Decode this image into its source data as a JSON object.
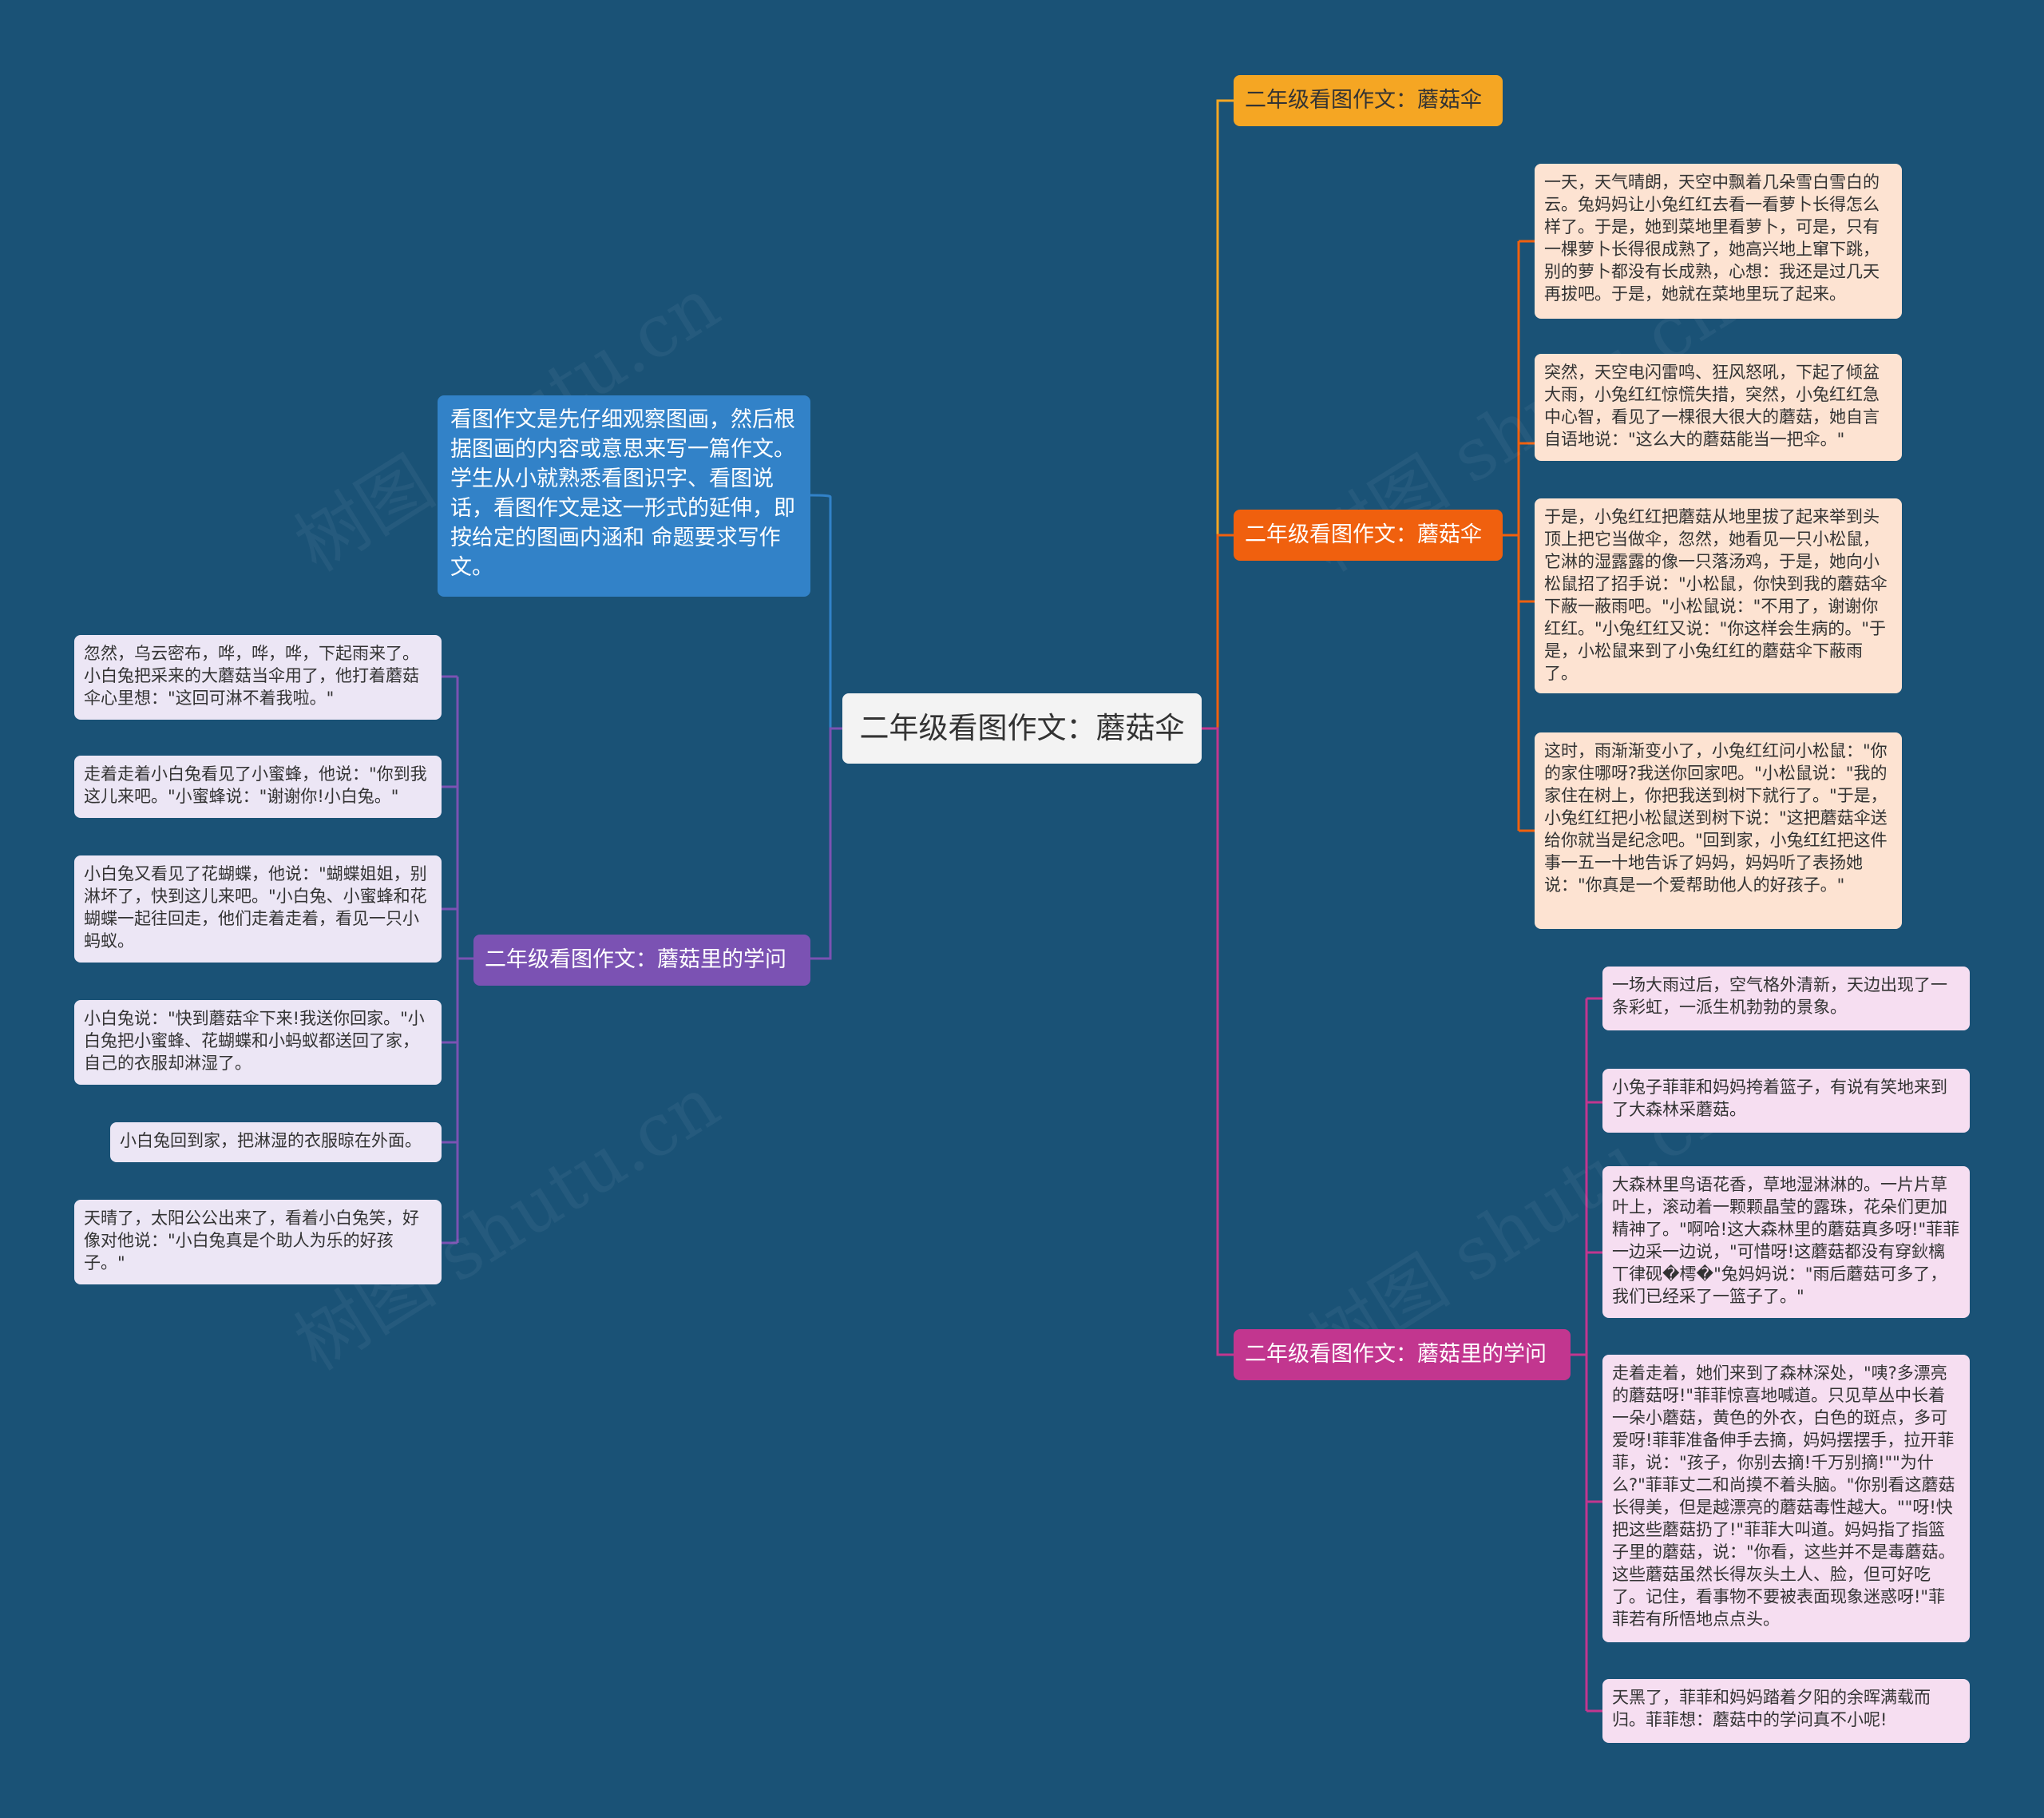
{
  "colors": {
    "background": "#1a5276",
    "root": "#f3f3f3",
    "intro": "#3282c8",
    "branch1": "#f5a623",
    "branch2": "#f0600e",
    "branch3": "#c2368f",
    "branch4": "#7b52b3",
    "leaf_peach": "#fde3d2",
    "leaf_pink": "#f6def1",
    "leaf_lavender": "#ece6f5"
  },
  "root": {
    "label": "二年级看图作文：蘑菇伞"
  },
  "intro": {
    "text": "看图作文是先仔细观察图画，然后根据图画的内容或意思来写一篇作文。学生从小就熟悉看图识字、看图说话，看图作文是这一形式的延伸，即按给定的图画内涵和 命题要求写作文。"
  },
  "branches": [
    {
      "label": "二年级看图作文：蘑菇伞",
      "children": []
    },
    {
      "label": "二年级看图作文：蘑菇伞",
      "children": [
        "一天，天气晴朗，天空中飘着几朵雪白雪白的云。兔妈妈让小兔红红去看一看萝卜长得怎么样了。于是，她到菜地里看萝卜，可是，只有一棵萝卜长得很成熟了，她高兴地上窜下跳，别的萝卜都没有长成熟，心想：我还是过几天再拔吧。于是，她就在菜地里玩了起来。",
        "突然，天空电闪雷鸣、狂风怒吼，下起了倾盆大雨，小兔红红惊慌失措，突然，小兔红红急中心智，看见了一棵很大很大的蘑菇，她自言自语地说：\"这么大的蘑菇能当一把伞。\"",
        "于是，小兔红红把蘑菇从地里拔了起来举到头顶上把它当做伞，忽然，她看见一只小松鼠，它淋的湿露露的像一只落汤鸡，于是，她向小松鼠招了招手说：\"小松鼠，你快到我的蘑菇伞下蔽一蔽雨吧。\"小松鼠说：\"不用了，谢谢你红红。\"小兔红红又说：\"你这样会生病的。\"于是，小松鼠来到了小兔红红的蘑菇伞下蔽雨了。",
        "这时，雨渐渐变小了，小兔红红问小松鼠：\"你的家住哪呀?我送你回家吧。\"小松鼠说：\"我的家住在树上，你把我送到树下就行了。\"于是，小兔红红把小松鼠送到树下说：\"这把蘑菇伞送给你就当是纪念吧。\"回到家，小兔红红把这件事一五一十地告诉了妈妈，妈妈听了表扬她说：\"你真是一个爱帮助他人的好孩子。\""
      ]
    },
    {
      "label": "二年级看图作文：蘑菇里的学问",
      "children": [
        "一场大雨过后，空气格外清新，天边出现了一条彩虹，一派生机勃勃的景象。",
        "小兔子菲菲和妈妈挎着篮子，有说有笑地来到了大森林采蘑菇。",
        "大森林里鸟语花香，草地湿淋淋的。一片片草叶上，滚动着一颗颗晶莹的露珠，花朵们更加精神了。\"啊哈!这大森林里的蘑菇真多呀!\"菲菲一边采一边说，\"可惜呀!这蘑菇都没有穿鈥樆丅律砚�樗�\"兔妈妈说：\"雨后蘑菇可多了，我们已经采了一篮子了。\"",
        "走着走着，她们来到了森林深处，\"咦?多漂亮的蘑菇呀!\"菲菲惊喜地喊道。只见草丛中长着一朵小蘑菇，黄色的外衣，白色的斑点，多可爱呀!菲菲准备伸手去摘，妈妈摆摆手，拉开菲菲，说：\"孩子，你别去摘!千万别摘!\"\"为什么?\"菲菲丈二和尚摸不着头脑。\"你别看这蘑菇长得美，但是越漂亮的蘑菇毒性越大。\"\"呀!快把这些蘑菇扔了!\"菲菲大叫道。妈妈指了指篮子里的蘑菇，说：\"你看，这些并不是毒蘑菇。这些蘑菇虽然长得灰头土人、脸，但可好吃了。记住，看事物不要被表面现象迷惑呀!\"菲菲若有所悟地点点头。",
        "天黑了，菲菲和妈妈踏着夕阳的余晖满载而归。菲菲想：蘑菇中的学问真不小呢!"
      ]
    },
    {
      "label": "二年级看图作文：蘑菇里的学问",
      "children": [
        "忽然，乌云密布，哗，哗，哗，下起雨来了。小白兔把采来的大蘑菇当伞用了，他打着蘑菇伞心里想：\"这回可淋不着我啦。\"",
        "走着走着小白兔看见了小蜜蜂，他说：\"你到我这儿来吧。\"小蜜蜂说：\"谢谢你!小白兔。\"",
        "小白兔又看见了花蝴蝶，他说：\"蝴蝶姐姐，别淋坏了，快到这儿来吧。\"小白兔、小蜜蜂和花蝴蝶一起往回走，他们走着走着，看见一只小蚂蚁。",
        "小白兔说：\"快到蘑菇伞下来!我送你回家。\"小白兔把小蜜蜂、花蝴蝶和小蚂蚁都送回了家，自己的衣服却淋湿了。",
        "小白兔回到家，把淋湿的衣服晾在外面。",
        "天晴了，太阳公公出来了，看着小白兔笑，好像对他说：\"小白兔真是个助人为乐的好孩子。\""
      ]
    }
  ]
}
